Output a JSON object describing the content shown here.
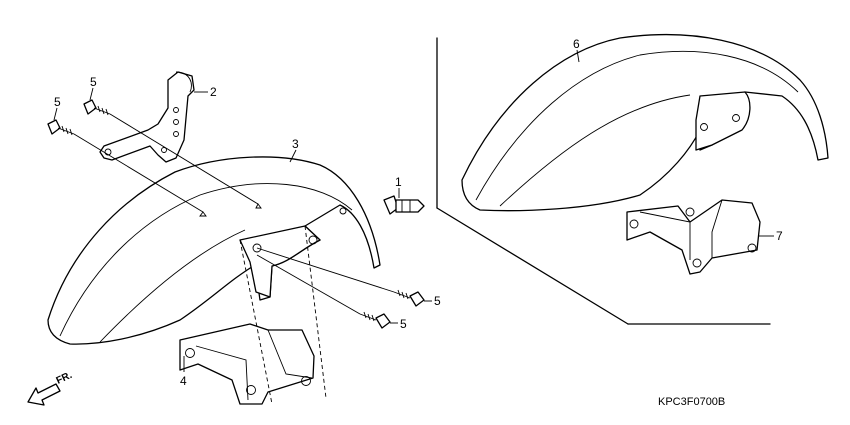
{
  "callouts": {
    "p1": "1",
    "p2": "2",
    "p3": "3",
    "p4": "4",
    "p5a": "5",
    "p5b": "5",
    "p5c": "5",
    "p5d": "5",
    "p6": "6",
    "p7": "7"
  },
  "direction_label": "FR.",
  "diagram_code": "KPC3F0700B"
}
